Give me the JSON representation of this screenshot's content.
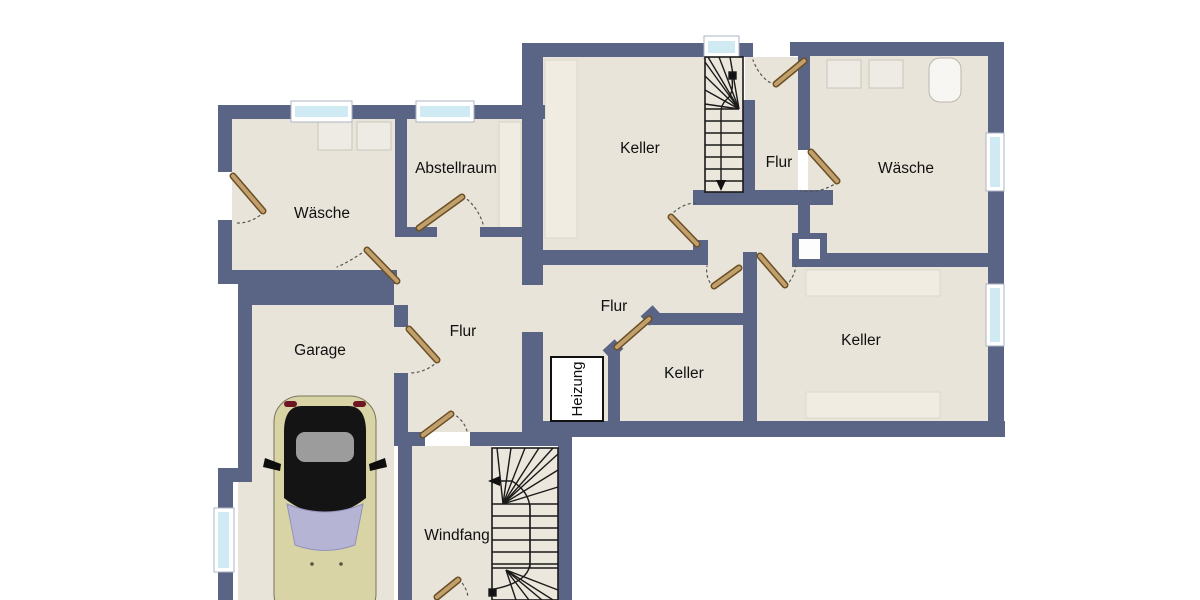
{
  "floor_plan": {
    "view": "basement floor plan, top-down",
    "rooms": {
      "waesche_left": {
        "label": "Wäsche"
      },
      "abstellraum": {
        "label": "Abstellraum"
      },
      "garage": {
        "label": "Garage"
      },
      "flur_left": {
        "label": "Flur"
      },
      "keller_top": {
        "label": "Keller"
      },
      "flur_top_right": {
        "label": "Flur"
      },
      "waesche_right": {
        "label": "Wäsche"
      },
      "flur_middle": {
        "label": "Flur"
      },
      "keller_small": {
        "label": "Keller"
      },
      "keller_right": {
        "label": "Keller"
      },
      "heizung": {
        "label": "Heizung"
      },
      "windfang": {
        "label": "Windfang"
      }
    },
    "symbols": {
      "staircases": 2,
      "door_swings": 12,
      "windows": 6,
      "car": "car-top-view in garage",
      "appliances": "washing machines and boiler in laundry rooms",
      "shelves": "storage shelves in Abstellraum and Keller rooms"
    },
    "colors": {
      "wall": "#5a6484",
      "floor": "#e9e4d9",
      "furniture_light": "#f1ece1",
      "window_glass": "#cfeaf2",
      "window_frame": "#ffffff",
      "door_leaf": "#c1a06d",
      "door_leaf_outline": "#6b4f24",
      "stair_lines": "#1a1a1a",
      "car_body": "#d8d4a6",
      "car_roof": "#141414",
      "car_windshield": "#b6b4d5",
      "background": "#ffffff"
    }
  }
}
